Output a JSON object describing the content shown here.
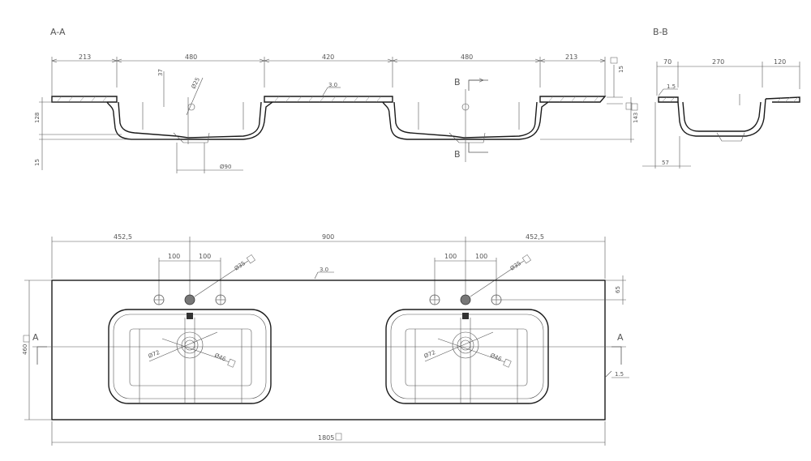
{
  "sections": {
    "aa": "A-A",
    "bb": "B-B",
    "marker_a": "A",
    "marker_b": "B"
  },
  "section_aa_dims": {
    "d213_left": "213",
    "d480_left": "480",
    "d420": "420",
    "d480_right": "480",
    "d213_right": "213",
    "d15_top": "15",
    "d37": "37",
    "d25": "Ø25",
    "d3": "3.0",
    "d128": "128",
    "d143": "143",
    "d15_bottom": "15",
    "d90": "Ø90"
  },
  "section_bb_dims": {
    "d70": "70",
    "d270": "270",
    "d120": "120",
    "d1_5": "1.5",
    "d57": "57"
  },
  "plan_dims": {
    "d452_left": "452,5",
    "d900": "900",
    "d452_right": "452,5",
    "d100_1": "100",
    "d100_2": "100",
    "d100_3": "100",
    "d100_4": "100",
    "d35_left": "Ø35",
    "d35_right": "Ø35",
    "d3_plan": "3.0",
    "d65": "65",
    "d460": "460",
    "d72_left": "Ø72",
    "d46_left": "Ø46",
    "d72_right": "Ø72",
    "d46_right": "Ø46",
    "d1_5_plan": "1.5",
    "d1805": "1805"
  }
}
